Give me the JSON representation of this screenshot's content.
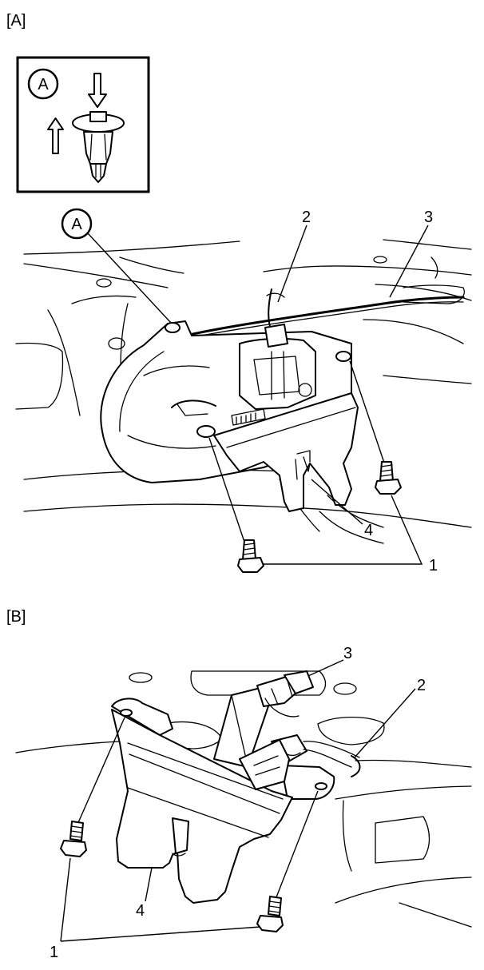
{
  "sections": {
    "a": {
      "label": "[A]"
    },
    "b": {
      "label": "[B]"
    }
  },
  "detail": {
    "callout": "A"
  },
  "part_a": {
    "callout": "A",
    "labels": {
      "p1": "1",
      "p2": "2",
      "p3": "3",
      "p4": "4"
    }
  },
  "part_b": {
    "labels": {
      "p1": "1",
      "p2": "2",
      "p3": "3",
      "p4": "4"
    }
  },
  "icons": [
    "clip-arrow-icon",
    "push-pin-clip-icon",
    "bolt-icon"
  ]
}
